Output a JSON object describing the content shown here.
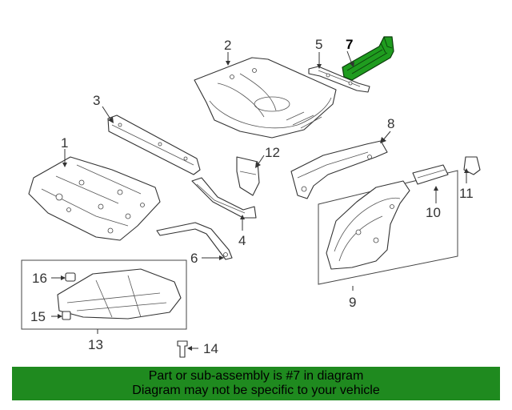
{
  "diagram": {
    "highlighted_part": "7",
    "callouts": [
      "1",
      "2",
      "3",
      "4",
      "5",
      "6",
      "7",
      "8",
      "9",
      "10",
      "11",
      "12",
      "13",
      "14",
      "15",
      "16"
    ]
  },
  "banner": {
    "line1": "Part or sub-assembly is #7 in diagram",
    "line2": "Diagram may not be specific to your vehicle"
  },
  "colors": {
    "highlight": "#1f9c1f",
    "banner": "#1f8a1f"
  }
}
